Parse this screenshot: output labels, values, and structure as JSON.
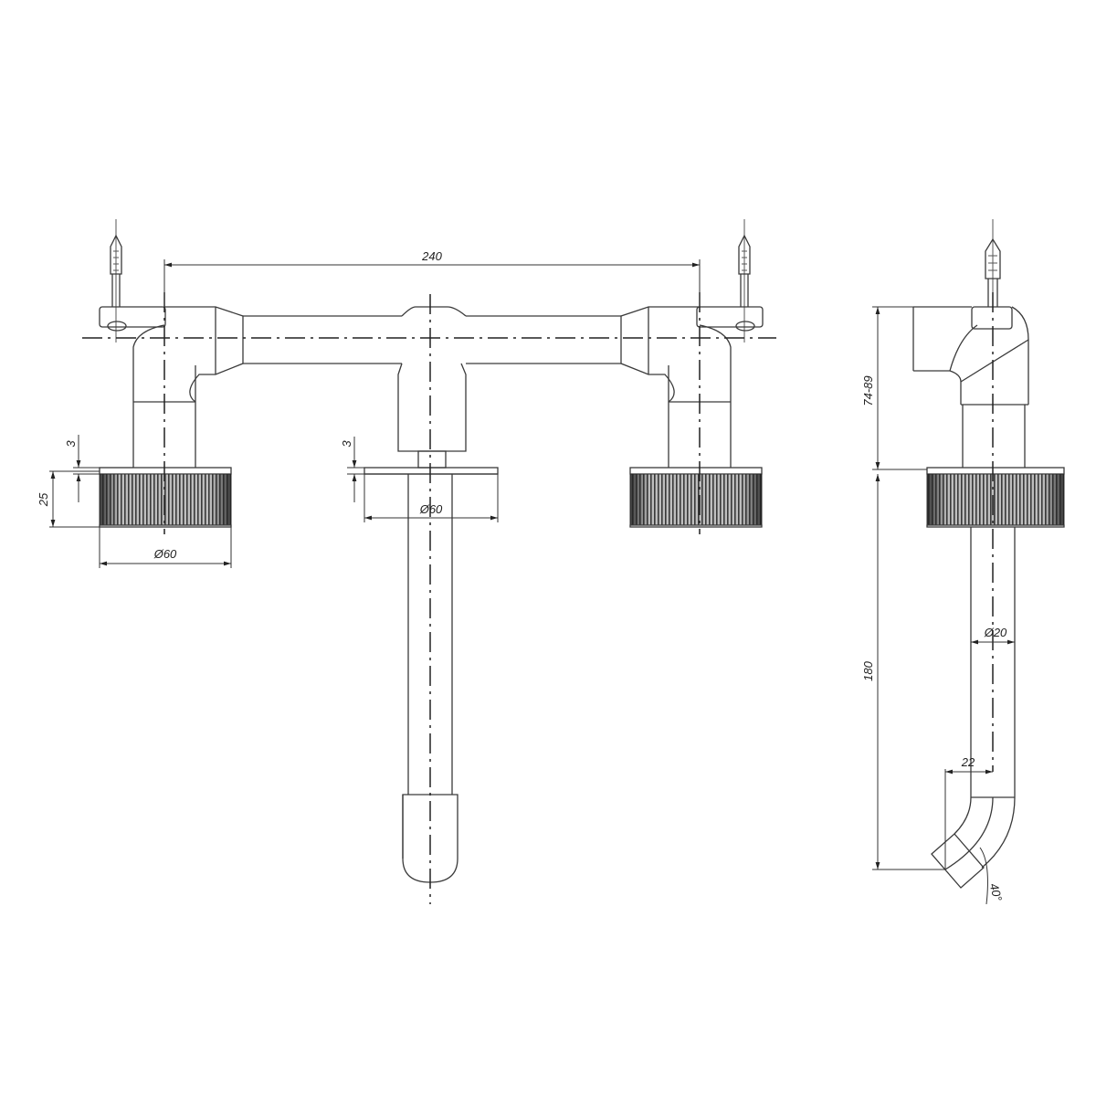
{
  "drawing": {
    "title": "Wall-mounted three-hole basin mixer — technical drawing",
    "views": [
      "front",
      "side"
    ],
    "line_color": "#3a3a3a",
    "background": "#ffffff"
  },
  "front_view": {
    "dimensions": {
      "handle_spacing": "240",
      "handle_flange_gap": "3",
      "handle_height": "25",
      "handle_diameter": "Ø60",
      "spout_flange_gap": "3",
      "spout_flange_diameter": "Ø60"
    }
  },
  "side_view": {
    "dimensions": {
      "body_projection": "74-89",
      "spout_drop": "180",
      "spout_diameter": "Ø20",
      "outlet_offset": "22",
      "outlet_angle": "40°"
    }
  },
  "icons": {
    "wall_anchor": "screw-anchor-icon",
    "knurled_handle": "knurled-handle-icon"
  }
}
